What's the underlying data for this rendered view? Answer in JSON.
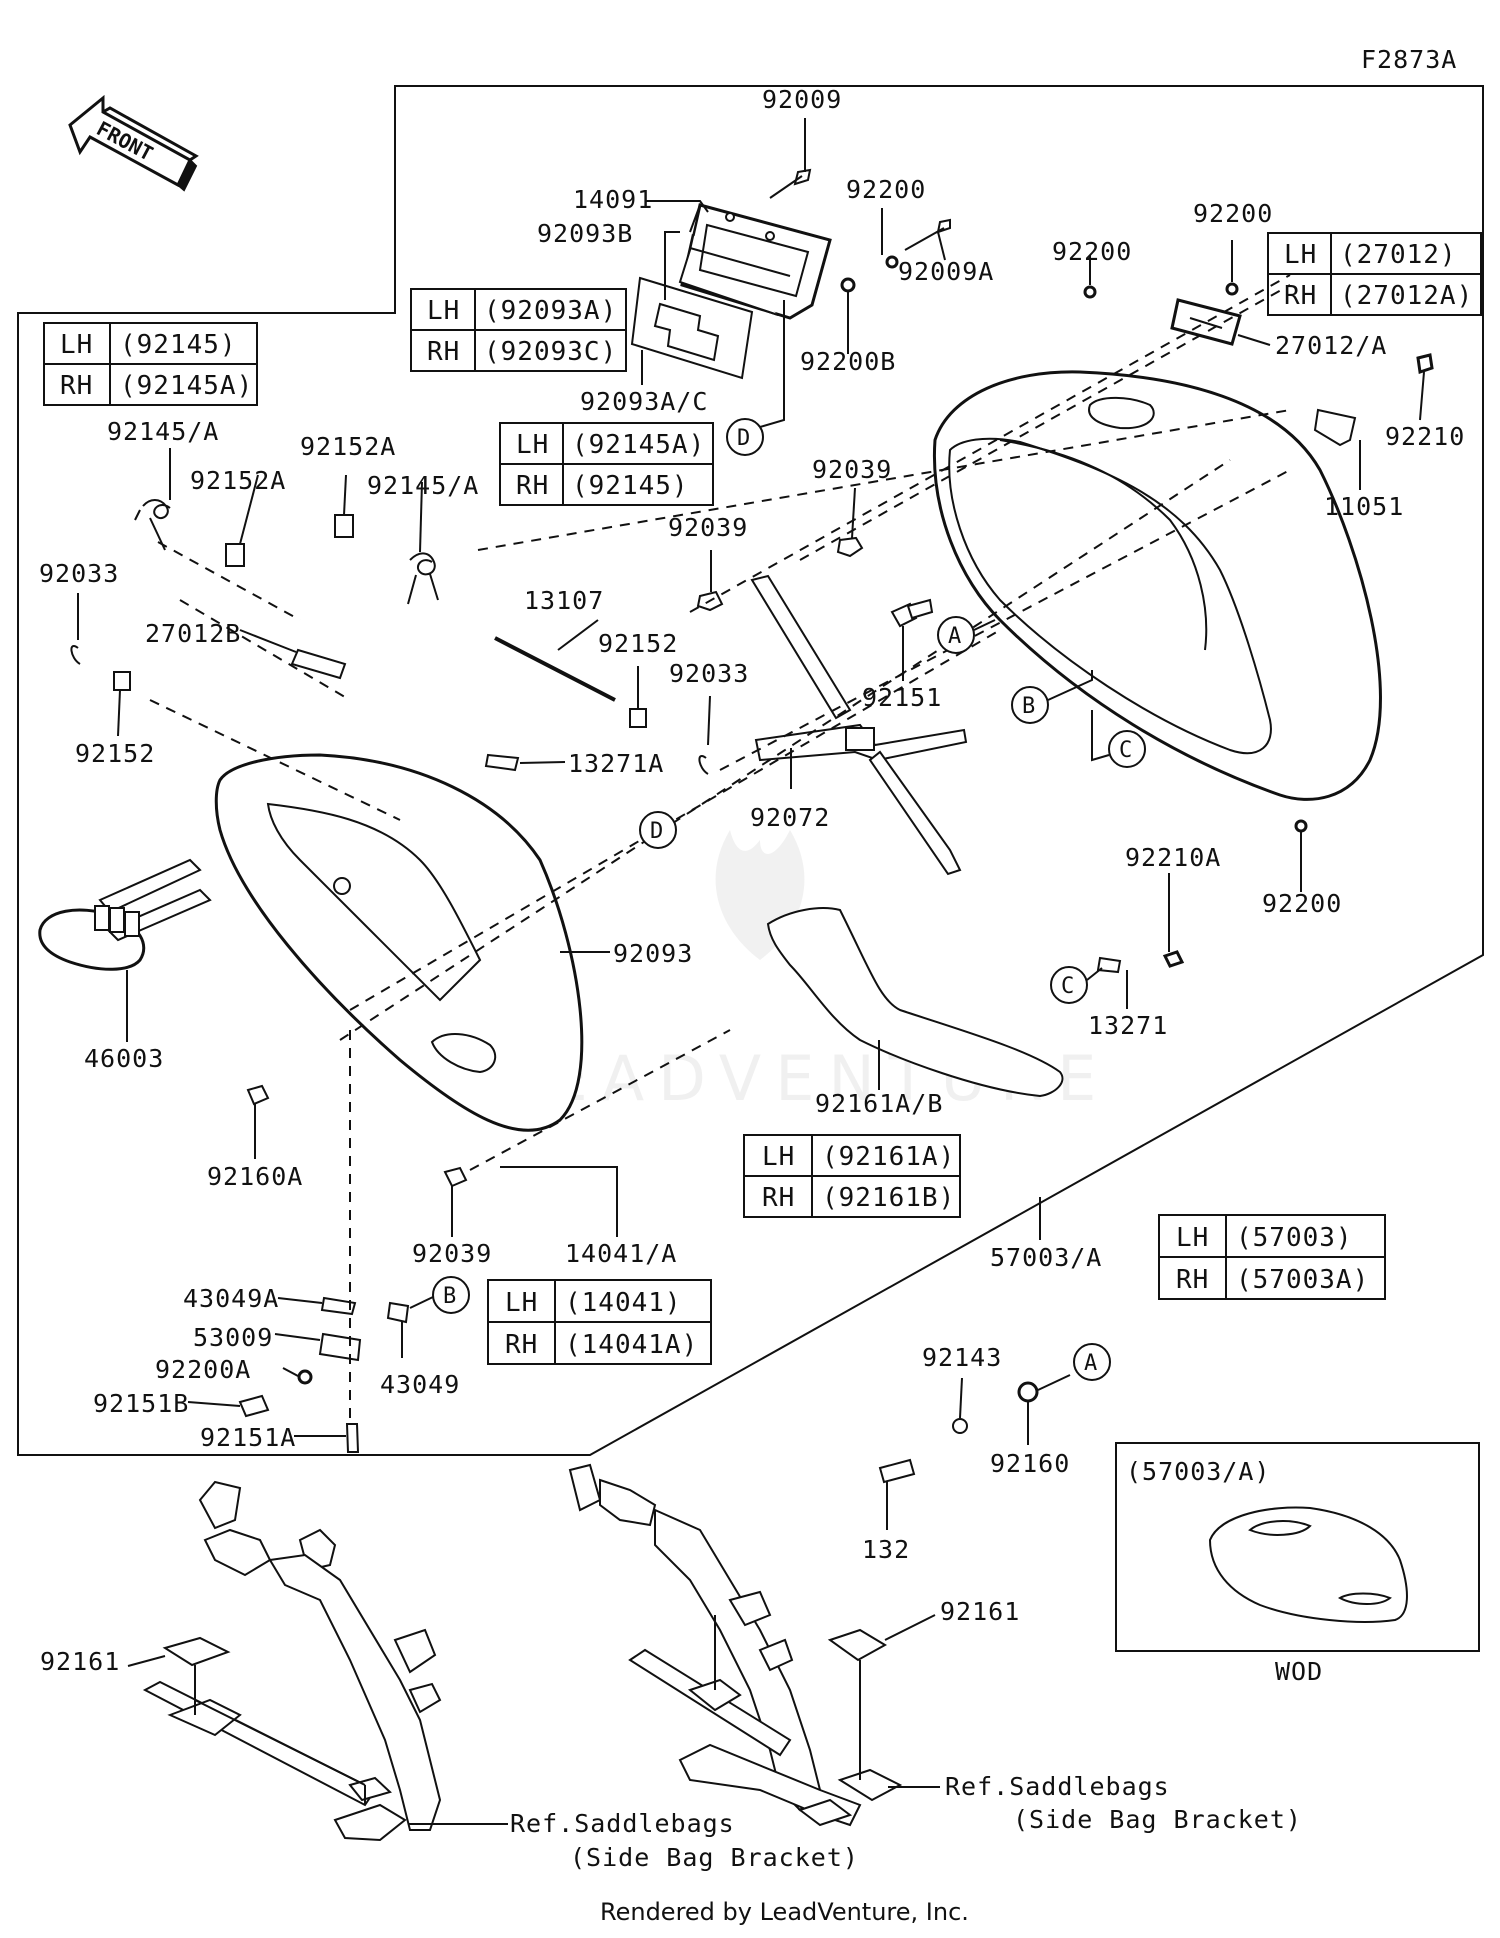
{
  "diagram_code": "F2873A",
  "front_arrow": "FRONT",
  "labels": {
    "p92009": "92009",
    "p14091": "14091",
    "p92093B": "92093B",
    "p92200_a": "92200",
    "p92009A": "92009A",
    "p92200B": "92200B",
    "p92093AC": "92093A/C",
    "p92200_b": "92200",
    "p92200_c": "92200",
    "p27012A": "27012/A",
    "p92210": "92210",
    "p11051": "11051",
    "p92145A_1": "92145/A",
    "p92152A_1": "92152A",
    "p92152A_2": "92152A",
    "p92145A_2": "92145/A",
    "p92033_1": "92033",
    "p27012B": "27012B",
    "p92152_1": "92152",
    "p13107": "13107",
    "p92152_2": "92152",
    "p92033_2": "92033",
    "p13271A": "13271A",
    "p92039_1": "92039",
    "p92039_2": "92039",
    "p92151": "92151",
    "p92072": "92072",
    "p92200_d": "92200",
    "p92210A": "92210A",
    "p13271": "13271",
    "p46003": "46003",
    "p92093": "92093",
    "p92160A": "92160A",
    "p92161AB": "92161A/B",
    "p92039_3": "92039",
    "p14041A": "14041/A",
    "p57003A": "57003/A",
    "p43049A": "43049A",
    "p53009": "53009",
    "p92200A": "92200A",
    "p92151B": "92151B",
    "p92151A": "92151A",
    "p43049": "43049",
    "p92143": "92143",
    "p92160": "92160",
    "p132": "132",
    "p92161_1": "92161",
    "p92161_2": "92161",
    "ref1_line1": "Ref.Saddlebags",
    "ref1_line2": "(Side Bag Bracket)",
    "ref2_line1": "Ref.Saddlebags",
    "ref2_line2": "(Side Bag Bracket)",
    "inset_title": "(57003/A)",
    "inset_caption": "WOD"
  },
  "callouts": {
    "A": "A",
    "B": "B",
    "C": "C",
    "D": "D"
  },
  "tables": {
    "t92145": {
      "r1": [
        "LH",
        "(92145)"
      ],
      "r2": [
        "RH",
        "(92145A)"
      ]
    },
    "t92093": {
      "r1": [
        "LH",
        "(92093A)"
      ],
      "r2": [
        "RH",
        "(92093C)"
      ]
    },
    "t92145b": {
      "r1": [
        "LH",
        "(92145A)"
      ],
      "r2": [
        "RH",
        "(92145)"
      ]
    },
    "t27012": {
      "r1": [
        "LH",
        "(27012)"
      ],
      "r2": [
        "RH",
        "(27012A)"
      ]
    },
    "t92161": {
      "r1": [
        "LH",
        "(92161A)"
      ],
      "r2": [
        "RH",
        "(92161B)"
      ]
    },
    "t57003": {
      "r1": [
        "LH",
        "(57003)"
      ],
      "r2": [
        "RH",
        "(57003A)"
      ]
    },
    "t14041": {
      "r1": [
        "LH",
        "(14041)"
      ],
      "r2": [
        "RH",
        "(14041A)"
      ]
    }
  },
  "watermark": "LEADVENTURE",
  "footer": "Rendered by LeadVenture, Inc."
}
